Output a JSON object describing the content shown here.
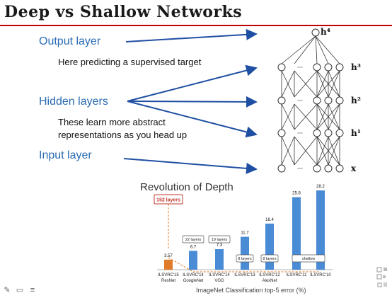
{
  "slide": {
    "title": "Deep vs Shallow Networks",
    "labels": {
      "output": "Output layer",
      "hidden": "Hidden layers",
      "input": "Input layer"
    },
    "descriptions": {
      "output": "Here predicting a supervised target",
      "hidden_line1": "These learn more abstract",
      "hidden_line2": "representations as you head up"
    },
    "network": {
      "layer_labels": [
        "x",
        "h¹",
        "h²",
        "h³",
        "h⁴"
      ],
      "ellipsis": "···"
    }
  },
  "chart_data": {
    "type": "bar",
    "title": "Revolution of Depth",
    "xlabel": "ImageNet Classification top-5 error (%)",
    "categories": [
      "ILSVRC'15\nResNet",
      "ILSVRC'14\nGoogleNet",
      "ILSVRC'14\nVGG",
      "ILSVRC'13",
      "ILSVRC'12\nAlexNet",
      "ILSVRC'11",
      "ILSVRC'10"
    ],
    "values": [
      3.57,
      6.7,
      7.3,
      11.7,
      16.4,
      25.8,
      28.2
    ],
    "value_labels": [
      "3.57",
      "6.7",
      "7.3",
      "11.7",
      "16.4",
      "25.8",
      "28.2"
    ],
    "layer_annotations": [
      "152 layers",
      "22 layers",
      "19 layers",
      "8 layers",
      "8 layers",
      "shallow",
      ""
    ],
    "colors": {
      "resnet": "#e07b2a",
      "others": "#4a8bd6",
      "highlight_box": "#c0392b"
    }
  },
  "toolbar": {
    "icons": [
      "pen-icon",
      "slides-icon",
      "menu-icon"
    ]
  }
}
